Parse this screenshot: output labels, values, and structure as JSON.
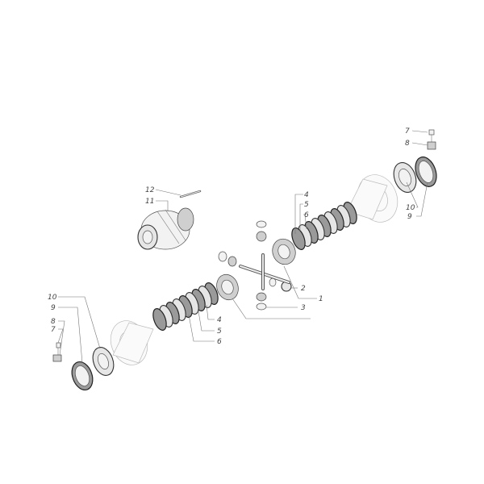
{
  "diagram": {
    "callouts": [
      {
        "id": "c-7-top",
        "label": "7"
      },
      {
        "id": "c-8-top",
        "label": "8"
      },
      {
        "id": "c-10-right",
        "label": "10"
      },
      {
        "id": "c-9-right",
        "label": "9"
      },
      {
        "id": "c-4-right",
        "label": "4"
      },
      {
        "id": "c-5-right",
        "label": "5"
      },
      {
        "id": "c-6-right",
        "label": "6"
      },
      {
        "id": "c-12",
        "label": "12"
      },
      {
        "id": "c-11",
        "label": "11"
      },
      {
        "id": "c-2",
        "label": "2"
      },
      {
        "id": "c-1",
        "label": "1"
      },
      {
        "id": "c-3",
        "label": "3"
      },
      {
        "id": "c-4-left",
        "label": "4"
      },
      {
        "id": "c-5-left",
        "label": "5"
      },
      {
        "id": "c-6-left",
        "label": "6"
      },
      {
        "id": "c-10-left",
        "label": "10"
      },
      {
        "id": "c-9-left",
        "label": "9"
      },
      {
        "id": "c-8-left",
        "label": "8"
      },
      {
        "id": "c-7-left",
        "label": "7"
      }
    ]
  }
}
